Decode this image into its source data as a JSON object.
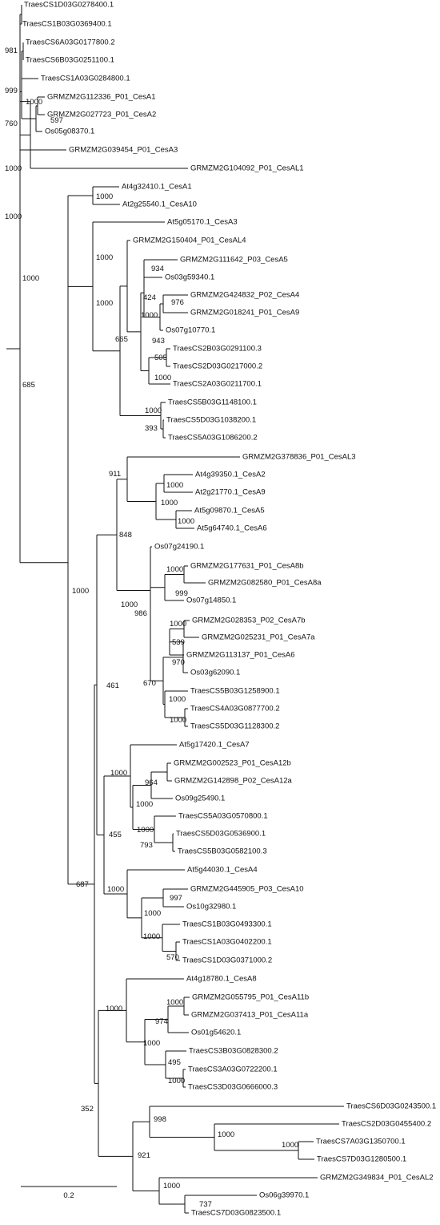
{
  "tree": {
    "type": "phylogenetic-tree",
    "leaves": [
      "TraesCS1D03G0278400.1",
      "TraesCS1B03G0369400.1",
      "TraesCS6A03G0177800.2",
      "TraesCS6B03G0251100.1",
      "TraesCS1A03G0284800.1",
      "GRMZM2G112336_P01_CesA1",
      "GRMZM2G027723_P01_CesA2",
      "Os05g08370.1",
      "GRMZM2G039454_P01_CesA3",
      "GRMZM2G104092_P01_CesAL1",
      "At4g32410.1_CesA1",
      "At2g25540.1_CesA10",
      "At5g05170.1_CesA3",
      "GRMZM2G150404_P01_CesAL4",
      "GRMZM2G111642_P03_CesA5",
      "Os03g59340.1",
      "GRMZM2G424832_P02_CesA4",
      "GRMZM2G018241_P01_CesA9",
      "Os07g10770.1",
      "TraesCS2B03G0291100.3",
      "TraesCS2D03G0217000.2",
      "TraesCS2A03G0211700.1",
      "TraesCS5B03G1148100.1",
      "TraesCS5D03G1038200.1",
      "TraesCS5A03G1086200.2",
      "GRMZM2G378836_P01_CesAL3",
      "At4g39350.1_CesA2",
      "At2g21770.1_CesA9",
      "At5g09870.1_CesA5",
      "At5g64740.1_CesA6",
      "Os07g24190.1",
      "GRMZM2G177631_P01_CesA8b",
      "GRMZM2G082580_P01_CesA8a",
      "Os07g14850.1",
      "GRMZM2G028353_P02_CesA7b",
      "GRMZM2G025231_P01_CesA7a",
      "GRMZM2G113137_P01_CesA6",
      "Os03g62090.1",
      "TraesCS5B03G1258900.1",
      "TraesCS4A03G0877700.2",
      "TraesCS5D03G1128300.2",
      "At5g17420.1_CesA7",
      "GRMZM2G002523_P01_CesA12b",
      "GRMZM2G142898_P02_CesA12a",
      "Os09g25490.1",
      "TraesCS5A03G0570800.1",
      "TraesCS5D03G0536900.1",
      "TraesCS5B03G0582100.3",
      "At5g44030.1_CesA4",
      "GRMZM2G445905_P03_CesA10",
      "Os10g32980.1",
      "TraesCS1B03G0493300.1",
      "TraesCS1A03G0402200.1",
      "TraesCS1D03G0371000.2",
      "At4g18780.1_CesA8",
      "GRMZM2G055795_P01_CesA11b",
      "GRMZM2G037413_P01_CesA11a",
      "Os01g54620.1",
      "TraesCS3B03G0828300.2",
      "TraesCS3A03G0722200.1",
      "TraesCS3D03G0666000.3",
      "TraesCS6D03G0243500.1",
      "TraesCS2D03G0455400.2",
      "TraesCS7A03G1350700.1",
      "TraesCS7D03G1280500.1",
      "GRMZM2G349834_P01_CesAL2",
      "Os06g39970.1",
      "TraesCS7D03G0823500.1"
    ],
    "bootstrap": [
      "981",
      "999",
      "760",
      "1000",
      "597",
      "1000",
      "1000",
      "1000",
      "1000",
      "1000",
      "934",
      "424",
      "1000",
      "976",
      "1000",
      "943",
      "665",
      "505",
      "1000",
      "1000",
      "393",
      "685",
      "1000",
      "911",
      "1000",
      "1000",
      "1000",
      "848",
      "1000",
      "999",
      "1000",
      "986",
      "1000",
      "539",
      "970",
      "670",
      "1000",
      "461",
      "1000",
      "1000",
      "964",
      "1000",
      "1000",
      "455",
      "793",
      "687",
      "1000",
      "997",
      "1000",
      "1000",
      "570",
      "1000",
      "1000",
      "974",
      "1000",
      "495",
      "1000",
      "352",
      "998",
      "1000",
      "1000",
      "921",
      "1000",
      "737"
    ],
    "scale_bar_label": "0.2"
  }
}
